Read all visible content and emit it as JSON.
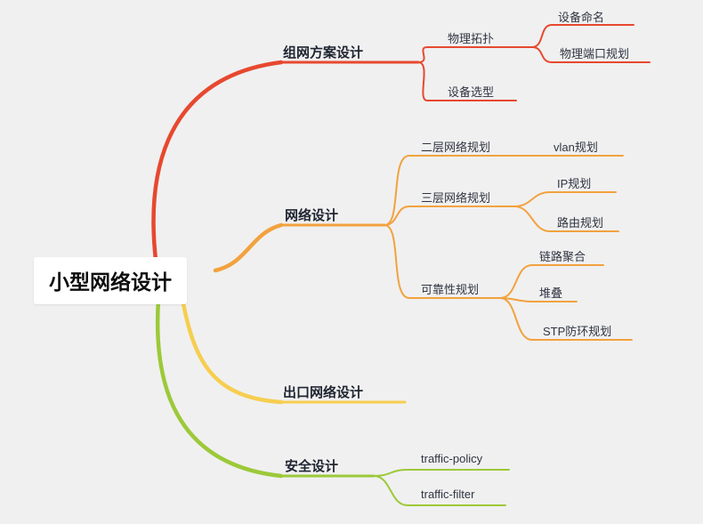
{
  "mindmap": {
    "root": {
      "label": "小型网络设计"
    },
    "branches": [
      {
        "label": "组网方案设计",
        "color": "#e7482f",
        "children": [
          {
            "label": "物理拓扑",
            "children": [
              {
                "label": "设备命名"
              },
              {
                "label": "物理端口规划"
              }
            ]
          },
          {
            "label": "设备选型"
          }
        ]
      },
      {
        "label": "网络设计",
        "color": "#f2a23e",
        "children": [
          {
            "label": "二层网络规划",
            "children": [
              {
                "label": "vlan规划"
              }
            ]
          },
          {
            "label": "三层网络规划",
            "children": [
              {
                "label": "IP规划"
              },
              {
                "label": "路由规划"
              }
            ]
          },
          {
            "label": "可靠性规划",
            "children": [
              {
                "label": "链路聚合"
              },
              {
                "label": "堆叠"
              },
              {
                "label": "STP防环规划"
              }
            ]
          }
        ]
      },
      {
        "label": "出口网络设计",
        "color": "#f6ce4f",
        "children": []
      },
      {
        "label": "安全设计",
        "color": "#9cc939",
        "children": [
          {
            "label": "traffic-policy"
          },
          {
            "label": "traffic-filter"
          }
        ]
      }
    ],
    "colors": {
      "background": "#f0f0f0",
      "root_box": "#ffffff",
      "text": "#2f3542"
    }
  }
}
